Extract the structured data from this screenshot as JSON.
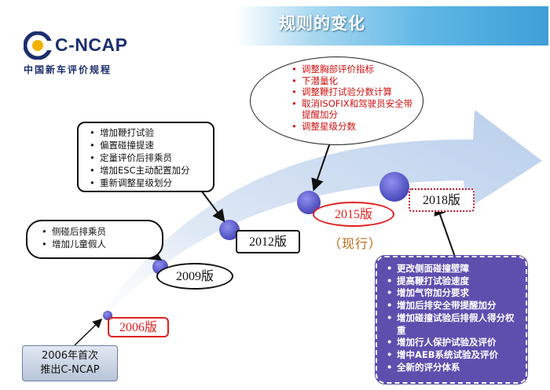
{
  "title": "规则的变化",
  "logo": {
    "name": "C-NCAP",
    "subtitle": "中国新车评价规程"
  },
  "milestones": {
    "y2006": "2006版",
    "y2009": "2009版",
    "y2012": "2012版",
    "y2015": "2015版",
    "y2018": "2018版",
    "current_note": "（现行）",
    "launch_line1": "2006年首次",
    "launch_line2": "推出C-NCAP"
  },
  "changes": {
    "v2009": [
      "侧碰后排乘员",
      "增加儿童假人"
    ],
    "v2012": [
      "增加鞭打试验",
      "偏置碰撞提速",
      "定量评价后排乘员",
      "增加ESC主动配置加分",
      "重新调整星级划分"
    ],
    "v2015": [
      "调整胸部评价指标",
      "下潜量化",
      "调整鞭打试验分数计算",
      "取消ISOFIX和驾驶员安全带提醒加分",
      "调整星级分数"
    ],
    "v2018": [
      "更改侧面碰撞壁障",
      "提高鞭打试验速度",
      "增加气帘加分要求",
      "增加后排安全带提醒加分",
      "增加碰撞试验后排假人得分权重",
      "增加行人保护试验及评价",
      "增中AEB系统试验及评价",
      "全新的评分体系"
    ]
  },
  "colors": {
    "arrow": "#c9d9ee",
    "node": "#5a5ac8",
    "box_2018": "#5e4fae",
    "highlight": "#e02020"
  }
}
